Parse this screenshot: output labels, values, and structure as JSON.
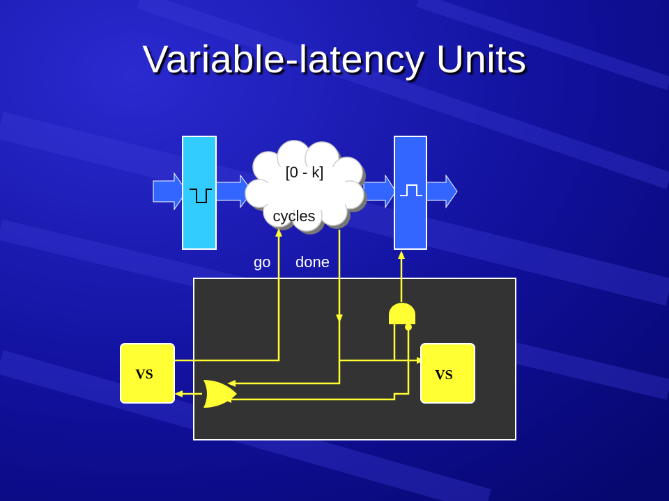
{
  "slide": {
    "title": "Variable-latency Units"
  },
  "diagram": {
    "cloud_line1": "[0 - k]",
    "cloud_line2": "cycles",
    "go_label": "go",
    "done_label": "done",
    "vs_left": "VS",
    "vs_right": "VS"
  },
  "colors": {
    "background": "#0b0b8a",
    "latch_left": "#33ccff",
    "latch_right": "#3366ff",
    "arrow": "#3366ff",
    "wire": "#ffff33",
    "control_box": "#333333",
    "vs_box": "#ffff33"
  }
}
